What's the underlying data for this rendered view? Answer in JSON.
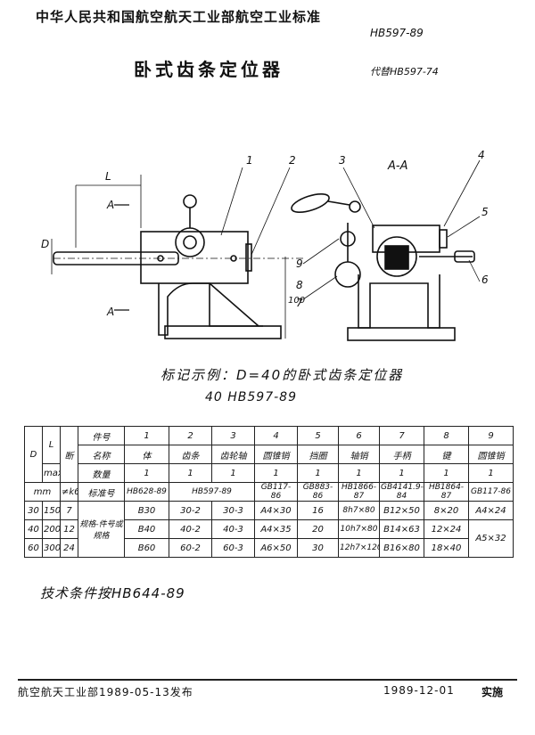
{
  "header": {
    "organization": "中华人民共和国航空航天工业部航空工业标准",
    "standard_number": "HB597-89",
    "title": "卧式齿条定位器",
    "replaces": "代替HB597-74"
  },
  "drawing": {
    "dimension_L": "L",
    "dimension_D": "D",
    "dimension_100": "100",
    "section_label": "A-A",
    "section_marker_top": "A",
    "section_marker_bottom": "A",
    "part_callouts": [
      "1",
      "2",
      "3",
      "4",
      "5",
      "6",
      "7",
      "8",
      "9"
    ]
  },
  "example": {
    "line1": "标记示例：D=40的卧式齿条定位器",
    "line2": "40 HB597-89"
  },
  "table": {
    "head_D": "D",
    "head_L": "L",
    "head_L_unit": "max",
    "head_slot": "断",
    "label_part_no": "件号",
    "label_name": "名称",
    "label_qty": "数量",
    "label_std": "标准号",
    "label_spec": "规格-件号或规格",
    "unit_mm": "mm",
    "fit": "≠k6",
    "qty_one": "1",
    "part_numbers": [
      "1",
      "2",
      "3",
      "4",
      "5",
      "6",
      "7",
      "8",
      "9"
    ],
    "part_names": [
      "体",
      "齿条",
      "齿轮轴",
      "圆锥销",
      "挡圈",
      "轴销",
      "手柄",
      "键",
      "圆锥销"
    ],
    "standards": [
      "HB628-89",
      "HB597-89",
      "",
      "GB117-86",
      "GB883-86",
      "HB1866-87",
      "GB4141.9-84",
      "HB1864-87",
      "GB117-86"
    ],
    "rows": [
      {
        "D": "30",
        "L": "150",
        "k": "7",
        "c1": "B30",
        "c2": "30-2",
        "c3": "30-3",
        "c4": "A4×30",
        "c5": "16",
        "c6": "8h7×80",
        "c7": "B12×50",
        "c8": "8×20",
        "c9": "A4×24"
      },
      {
        "D": "40",
        "L": "200",
        "k": "12",
        "c1": "B40",
        "c2": "40-2",
        "c3": "40-3",
        "c4": "A4×35",
        "c5": "20",
        "c6": "10h7×80",
        "c7": "B14×63",
        "c8": "12×24",
        "c9": "A5×32"
      },
      {
        "D": "60",
        "L": "300",
        "k": "24",
        "c1": "B60",
        "c2": "60-2",
        "c3": "60-3",
        "c4": "A6×50",
        "c5": "30",
        "c6": "12h7×120",
        "c7": "B16×80",
        "c8": "18×40",
        "c9": ""
      }
    ]
  },
  "tech_conditions": "技术条件按HB644-89",
  "footer": {
    "issued_by": "航空航天工业部1989-05-13发布",
    "effective_date": "1989-12-01",
    "implement": "实施"
  }
}
